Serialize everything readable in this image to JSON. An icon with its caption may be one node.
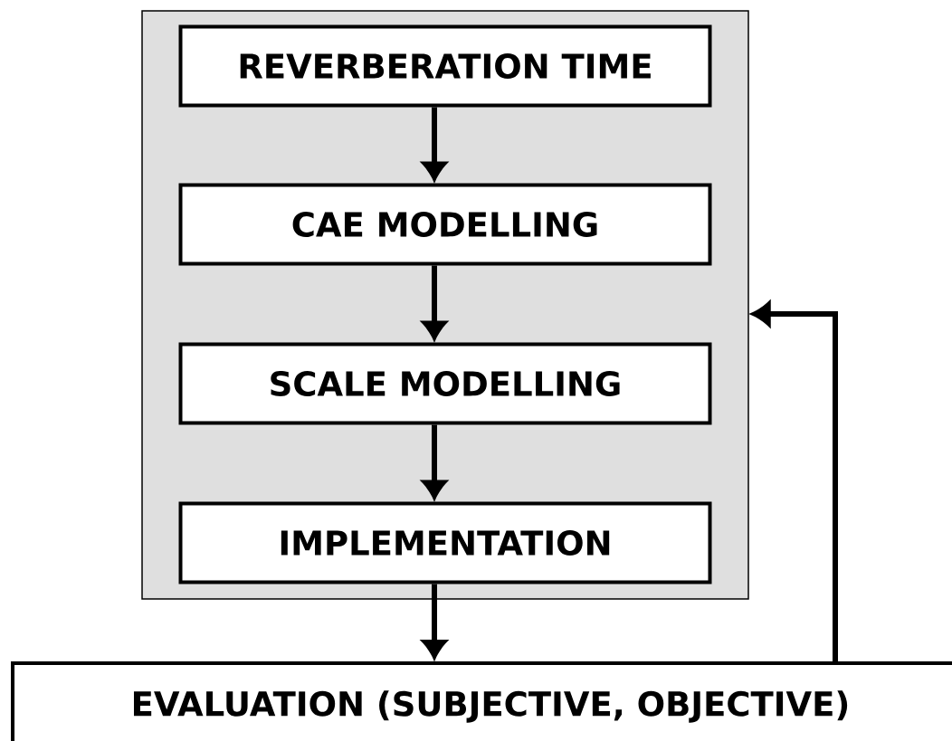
{
  "diagram": {
    "nodes": [
      {
        "text": [],
        "shape": "box"
      },
      {
        "text": [
          "REVERBERATION TIME"
        ],
        "in": 0
      },
      {
        "text": [
          "CAE MODELLING"
        ],
        "in": 0
      },
      {
        "text": [
          "SCALE MODELLING"
        ],
        "in": 0
      },
      {
        "text": [
          "IMPLEMENTATION"
        ],
        "in": 0
      },
      {
        "text": [
          "EVALUATION (SUBJECTIVE, OBJECTIVE)"
        ]
      }
    ],
    "edges": [
      {
        "from": 1,
        "to": 2,
        "arrow": "to"
      },
      {
        "from": 2,
        "to": 3,
        "arrow": "to"
      },
      {
        "from": 3,
        "to": 4,
        "arrow": "to"
      },
      {
        "from": 4,
        "to": 5,
        "arrow": "to"
      },
      {
        "from": 5,
        "to": 0,
        "arrow": "to"
      }
    ]
  }
}
